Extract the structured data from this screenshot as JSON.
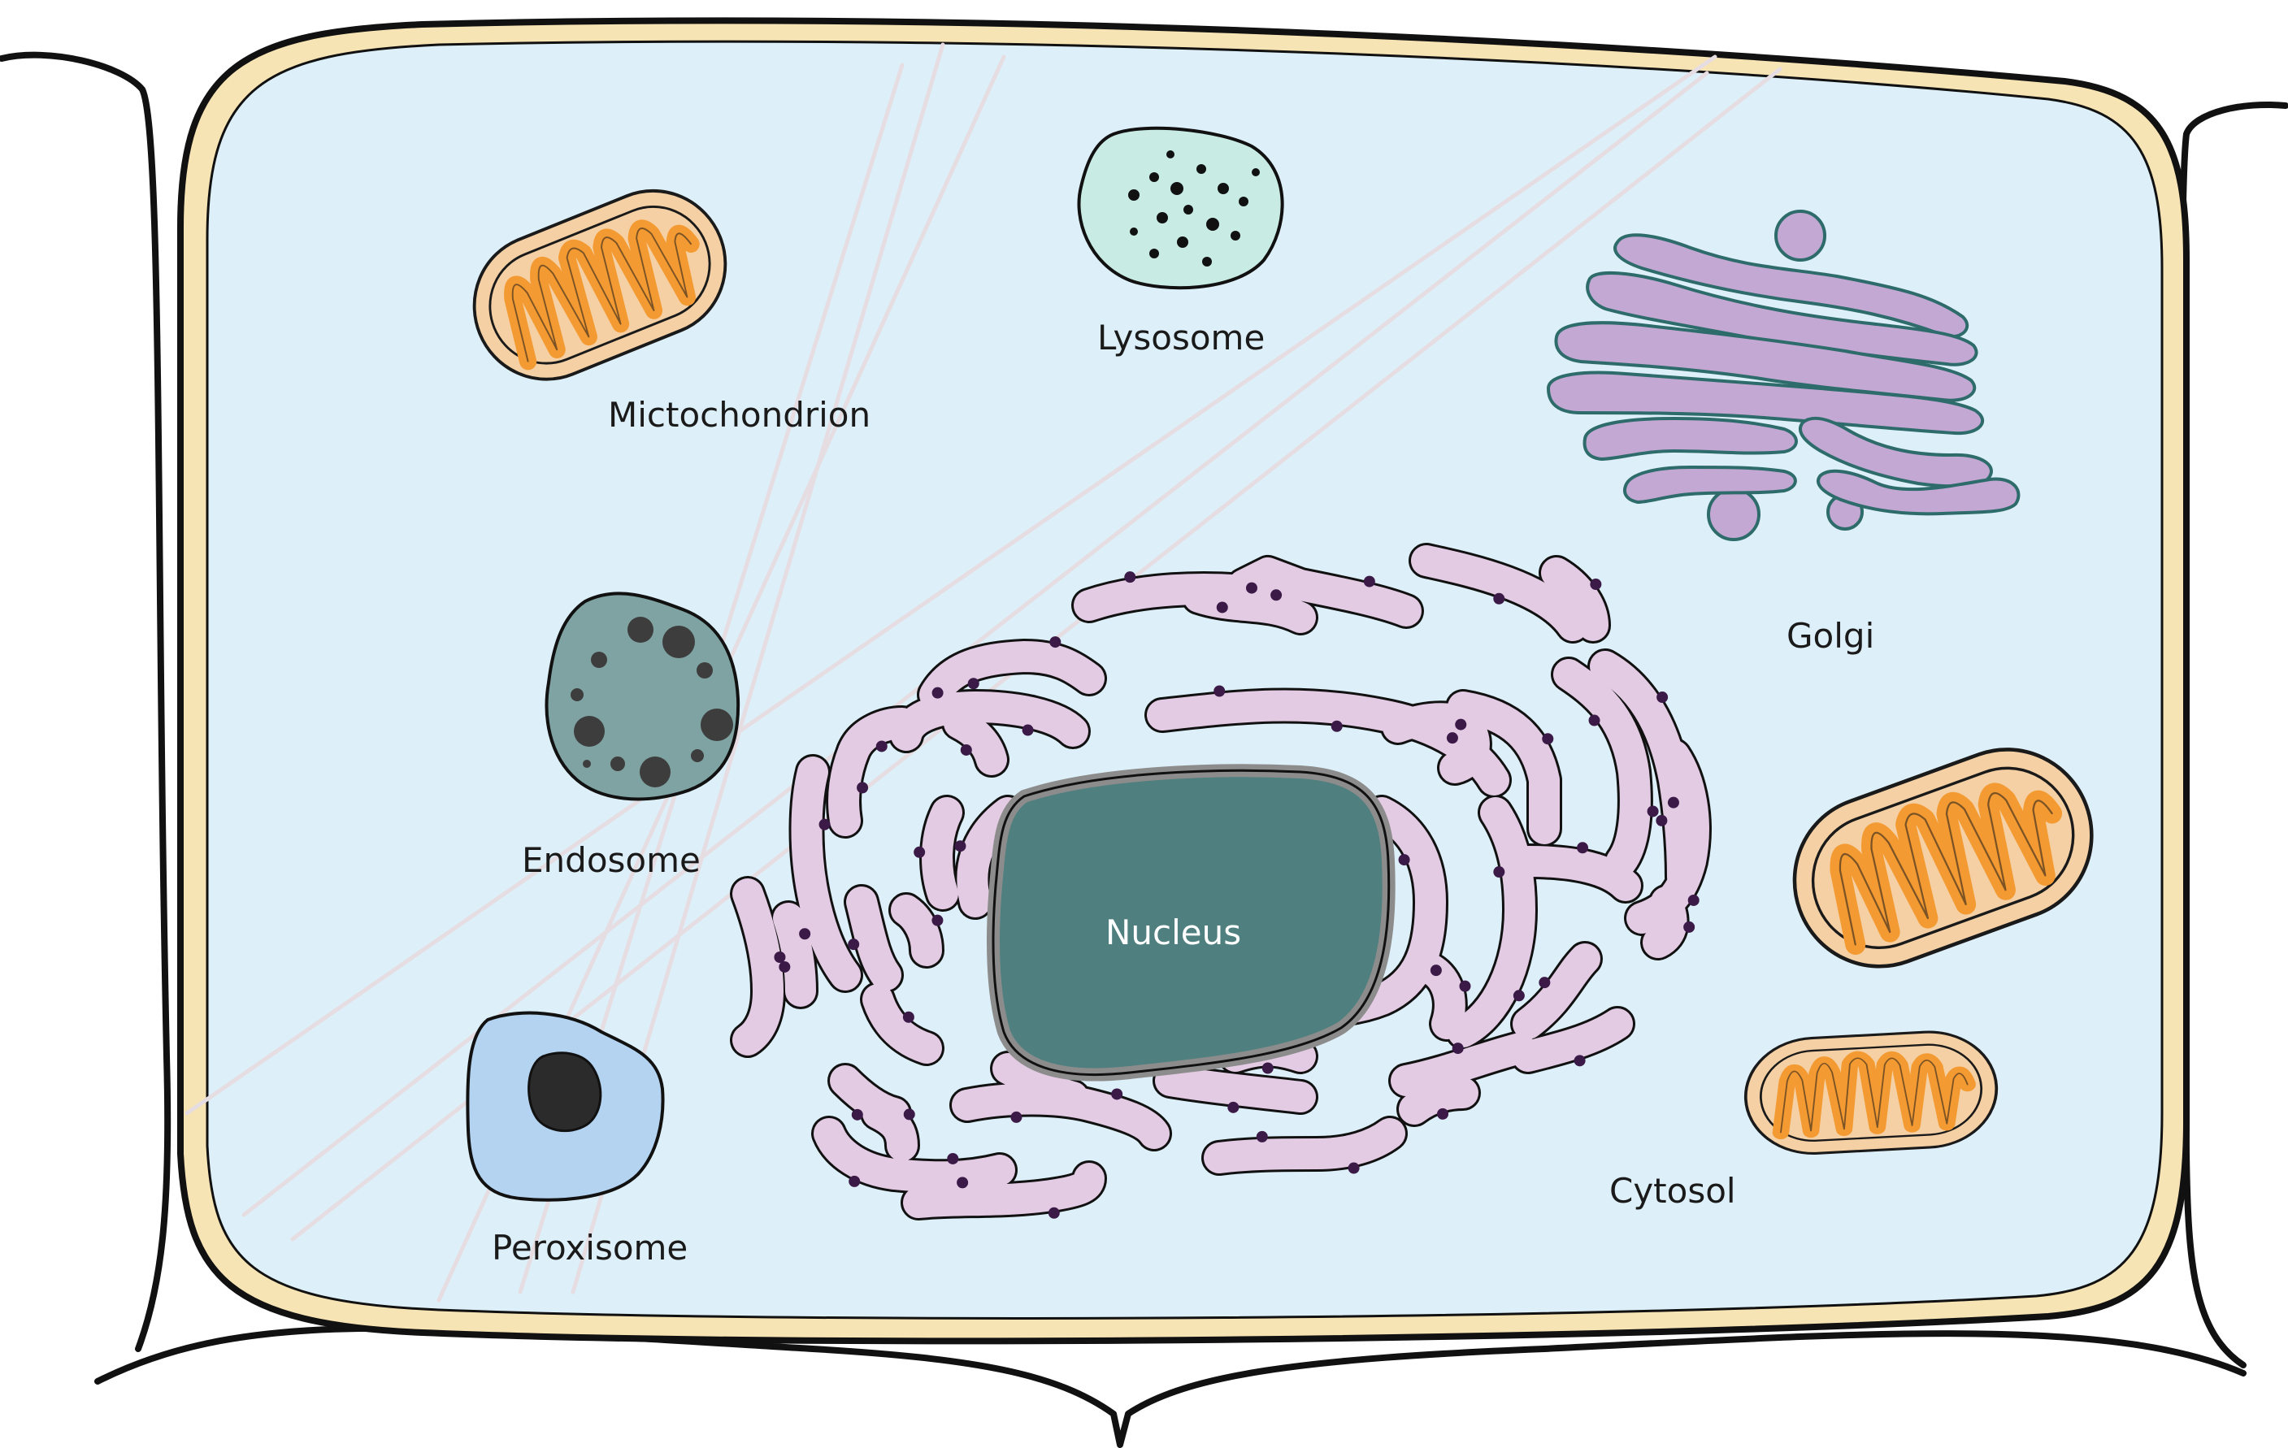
{
  "diagram": {
    "labels": {
      "mitochondrion": "Mictochondrion",
      "lysosome": "Lysosome",
      "golgi": "Golgi",
      "endosome": "Endosome",
      "nucleus": "Nucleus",
      "peroxisome": "Peroxisome",
      "cytosol": "Cytosol"
    },
    "colors": {
      "cell_wall": "#f7e4b4",
      "cytosol": "#ddeff8",
      "er": "#e3cbe3",
      "ribosome": "#3b1a47",
      "nucleus": "#4f7f7f",
      "nuclear_envelope": "#8c8c8c",
      "golgi": "#c4a8d4",
      "golgi_outline": "#2e6b6b",
      "mito_outer": "#f5d0a4",
      "mito_cristae": "#f39a32",
      "lysosome": "#c8ebe4",
      "endosome": "#7fa3a3",
      "peroxisome": "#b3d3f0",
      "cytoskeleton": "#e6dde2"
    }
  }
}
